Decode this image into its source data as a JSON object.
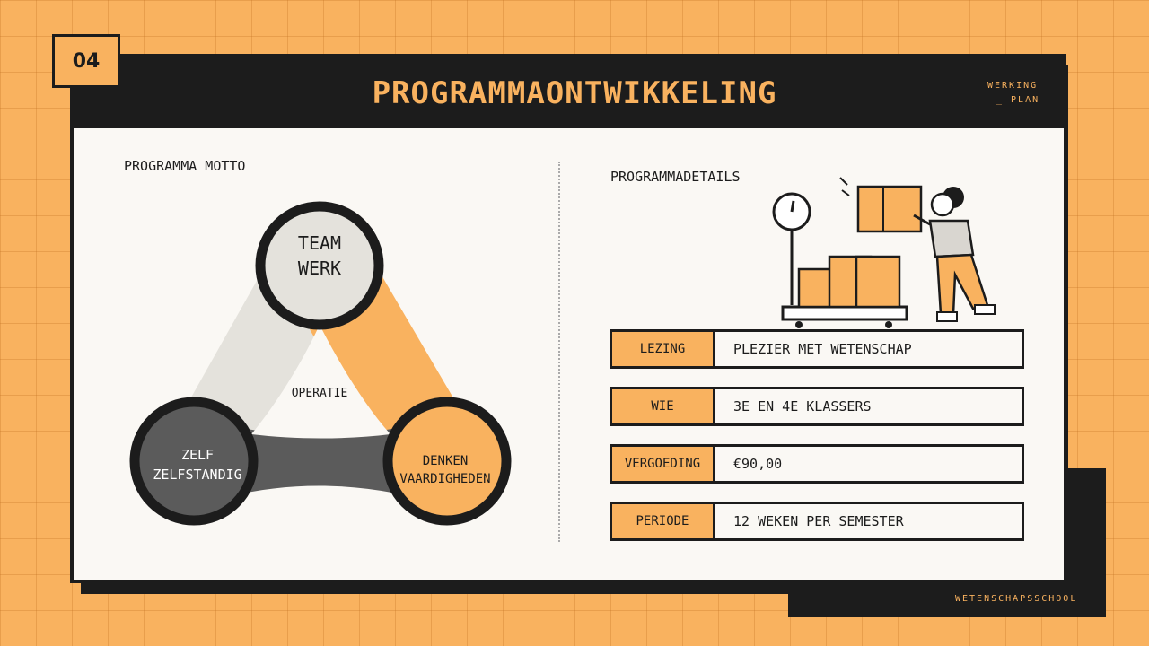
{
  "slide": {
    "number": "04",
    "title": "PROGRAMMAONTWIKKELING",
    "tag_line1": "WERKING",
    "tag_line2": "_ PLAN",
    "footer": "WETENSCHAPSSCHOOL"
  },
  "motto": {
    "label": "PROGRAMMA MOTTO",
    "center": "OPERATIE",
    "top": {
      "line1": "TEAM",
      "line2": "WERK"
    },
    "left": {
      "line1": "ZELF",
      "line2": "ZELFSTANDIG"
    },
    "right": {
      "line1": "DENKEN",
      "line2": "VAARDIGHEDEN"
    }
  },
  "details": {
    "label": "PROGRAMMADETAILS",
    "rows": [
      {
        "key": "LEZING",
        "value": "PLEZIER MET WETENSCHAP"
      },
      {
        "key": "WIE",
        "value": "3E EN 4E KLASSERS"
      },
      {
        "key": "VERGOEDING",
        "value": "€90,00"
      },
      {
        "key": "PERIODE",
        "value": "12 WEKEN PER SEMESTER"
      }
    ]
  },
  "colors": {
    "orange": "#F9B25F",
    "dark": "#1c1c1c",
    "panel": "#faf8f4",
    "light_gray": "#e4e2dc",
    "mid_gray": "#5b5b5b"
  },
  "icons": [
    "boxes-person-illustration",
    "scale-icon"
  ]
}
